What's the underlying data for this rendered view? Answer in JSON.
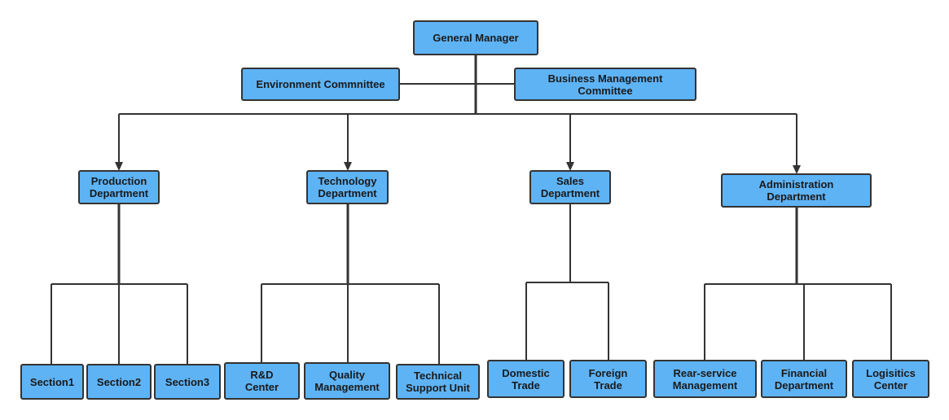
{
  "nodes": {
    "general_manager": "General Manager",
    "environment_committee": "Environment Commnittee",
    "business_committee_line1": "Business Management",
    "business_committee_line2": "Committee",
    "production_line1": "Production",
    "production_line2": "Department",
    "technology_line1": "Technology",
    "technology_line2": "Department",
    "sales_line1": "Sales",
    "sales_line2": "Department",
    "administration_line1": "Administration",
    "administration_line2": "Department",
    "section1": "Section1",
    "section2": "Section2",
    "section3": "Section3",
    "rd_line1": "R&D",
    "rd_line2": "Center",
    "quality_line1": "Quality",
    "quality_line2": "Management",
    "tech_support_line1": "Technical",
    "tech_support_line2": "Support Unit",
    "domestic_line1": "Domestic",
    "domestic_line2": "Trade",
    "foreign_line1": "Foreign",
    "foreign_line2": "Trade",
    "rear_service_line1": "Rear-service",
    "rear_service_line2": "Management",
    "financial_line1": "Financial",
    "financial_line2": "Department",
    "logistics_line1": "Logisitics",
    "logistics_line2": "Center"
  },
  "colors": {
    "node_fill": "#5eb3f5",
    "node_border": "#333333",
    "edge": "#333333"
  }
}
